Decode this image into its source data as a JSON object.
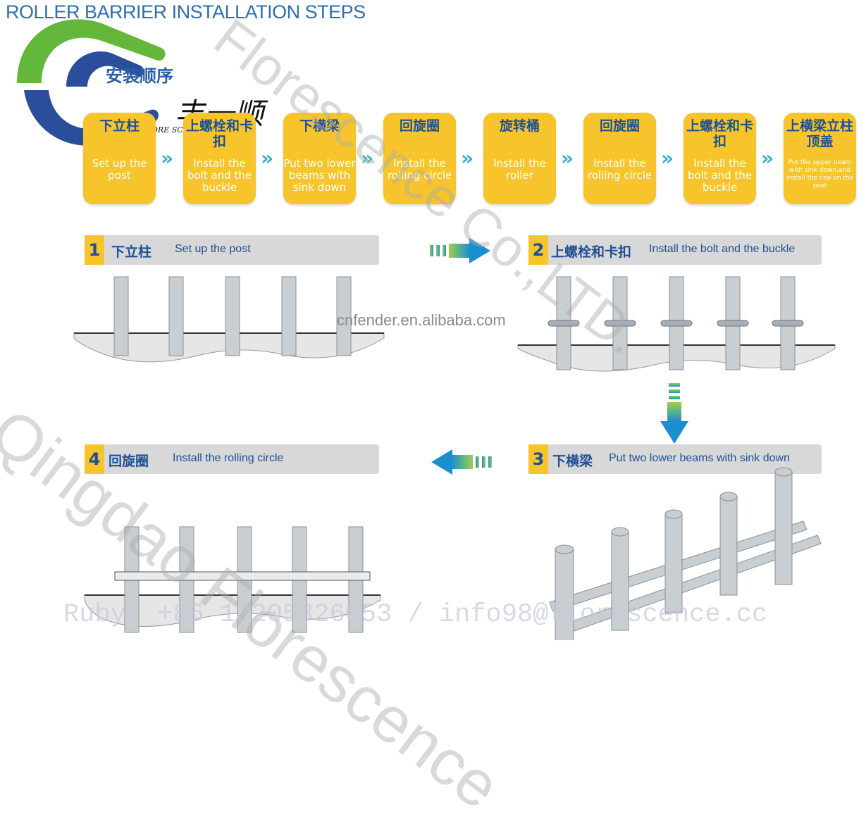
{
  "title": "ROLLER BARRIER INSTALLATION STEPS",
  "subtitle_cn": "安装顺序",
  "brand": {
    "cn": "丰一顺",
    "sub": "FLORE SCENCE"
  },
  "cards": [
    {
      "cn": "下立柱",
      "en": "Set up the post",
      "small": false
    },
    {
      "cn": "上螺栓和卡扣",
      "en": "Install the bolt and the buckle",
      "small": false
    },
    {
      "cn": "下横梁",
      "en": "Put two lower beams with sink down",
      "small": false
    },
    {
      "cn": "回旋圈",
      "en": "Install the rolling circle",
      "small": false
    },
    {
      "cn": "旋转桶",
      "en": "Install the roller",
      "small": false
    },
    {
      "cn": "回旋圈",
      "en": "Install the rolling circle",
      "small": false
    },
    {
      "cn": "上螺栓和卡扣",
      "en": "Install the bolt and the buckle",
      "small": false
    },
    {
      "cn": "上横梁立柱顶盖",
      "en": "Put the upper beam with sink down,and install the cap on the post",
      "small": true
    }
  ],
  "banners": [
    {
      "num": "1",
      "cn": "下立柱",
      "en": "Set up the post"
    },
    {
      "num": "2",
      "cn": "上螺栓和卡扣",
      "en": "Install the bolt and the buckle"
    },
    {
      "num": "3",
      "cn": "下横梁",
      "en": "Put two lower beams with sink down"
    },
    {
      "num": "4",
      "cn": "回旋圈",
      "en": "Install the rolling circle"
    }
  ],
  "watermarks": {
    "site": "cnfender.en.alibaba.com",
    "company_a": "Qingdao Florescence",
    "company_b": "Florescence Co.,LTD.",
    "contact": "Ruby: +86 18205326053 / info98@florescence.cc"
  },
  "colors": {
    "card": "#f7c52b",
    "navy": "#1f4f95",
    "arrow": "#35b0c8",
    "banner": "#d8d8d8"
  }
}
